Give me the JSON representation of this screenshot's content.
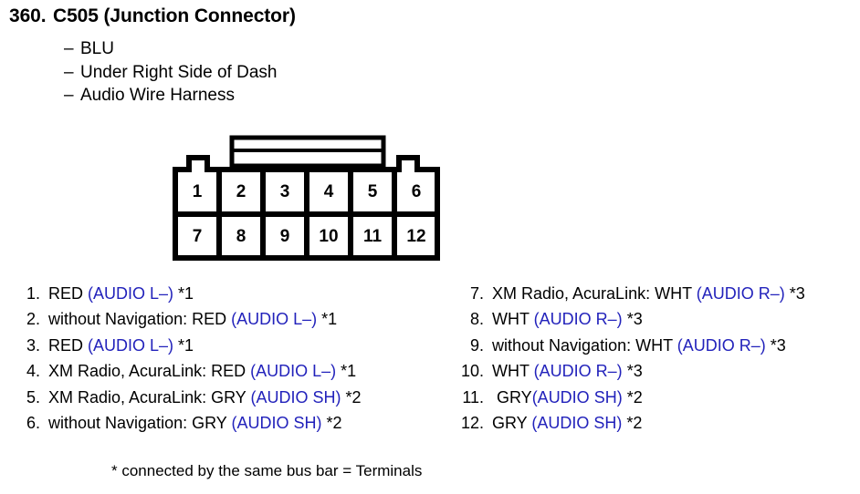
{
  "heading": {
    "number": "360.",
    "title": "C505 (Junction Connector)"
  },
  "subtitles": [
    {
      "dash": "–",
      "text": "BLU"
    },
    {
      "dash": "–",
      "text": "Under Right Side of Dash"
    },
    {
      "dash": "–",
      "text": "Audio Wire Harness"
    }
  ],
  "connector": {
    "rows": 2,
    "columns": 6,
    "pins": [
      "1",
      "2",
      "3",
      "4",
      "5",
      "6",
      "7",
      "8",
      "9",
      "10",
      "11",
      "12"
    ]
  },
  "colors": {
    "signal_blue": "#2222bb",
    "outline_black": "#000000",
    "background": "#ffffff"
  },
  "terminals_left": [
    {
      "index": "1.",
      "pre": "RED ",
      "sig": "(AUDIO L–)",
      "post": " *1"
    },
    {
      "index": "2.",
      "pre": "without Navigation: RED ",
      "sig": "(AUDIO L–)",
      "post": " *1"
    },
    {
      "index": "3.",
      "pre": "RED ",
      "sig": "(AUDIO L–)",
      "post": " *1"
    },
    {
      "index": "4.",
      "pre": "XM Radio, AcuraLink: RED ",
      "sig": "(AUDIO L–)",
      "post": " *1"
    },
    {
      "index": "5.",
      "pre": "XM Radio, AcuraLink: GRY ",
      "sig": "(AUDIO SH)",
      "post": " *2"
    },
    {
      "index": "6.",
      "pre": "without Navigation: GRY ",
      "sig": "(AUDIO SH)",
      "post": " *2"
    }
  ],
  "terminals_right": [
    {
      "index": "7.",
      "pre": "XM Radio, AcuraLink: WHT ",
      "sig": "(AUDIO R–)",
      "post": " *3"
    },
    {
      "index": "8.",
      "pre": "WHT ",
      "sig": "(AUDIO R–)",
      "post": " *3"
    },
    {
      "index": "9.",
      "pre": "without Navigation: WHT ",
      "sig": "(AUDIO R–)",
      "post": " *3"
    },
    {
      "index": "10.",
      "pre": "WHT ",
      "sig": "(AUDIO R–)",
      "post": " *3"
    },
    {
      "index": "11.",
      "pre": " GRY",
      "sig": "(AUDIO SH)",
      "post": " *2"
    },
    {
      "index": "12.",
      "pre": "GRY ",
      "sig": "(AUDIO SH)",
      "post": " *2"
    }
  ],
  "footnote": "* connected by the same bus bar = Terminals"
}
